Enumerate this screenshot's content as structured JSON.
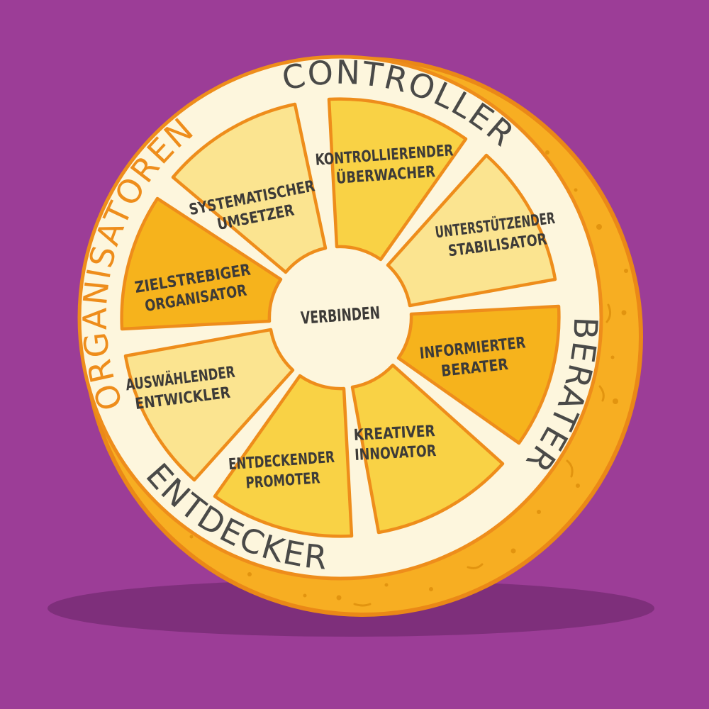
{
  "scene": {
    "background_color": "#9c3d97",
    "shadow_color": "#7b2d78"
  },
  "fruit": {
    "peel_color": "#f7ae22",
    "peel_outline_color": "#ea8817",
    "peel_speckle_color": "#e2940f",
    "pith_color": "#fdf6dd",
    "outline_color": "#ee8d1b",
    "segment_text_color": "#3d3b38"
  },
  "rim": {
    "top_label": "CONTROLLER",
    "right_label": "BERATER",
    "bottom_label": "ENTDECKER",
    "left_label": "ORGANISATOREN",
    "label_color": "#4a4a48",
    "left_label_color": "#ee8d1b"
  },
  "center": {
    "label": "VERBINDEN"
  },
  "segments": [
    {
      "line1": "KONTROLLIERENDER",
      "line2": "ÜBERWACHER",
      "color": "#f9d245"
    },
    {
      "line1": "UNTERSTÜTZENDER",
      "line2": "STABILISATOR",
      "color": "#fbe490"
    },
    {
      "line1": "INFORMIERTER",
      "line2": "BERATER",
      "color": "#f6b31c"
    },
    {
      "line1": "KREATIVER",
      "line2": "INNOVATOR",
      "color": "#f9d245"
    },
    {
      "line1": "ENTDECKENDER",
      "line2": "PROMOTER",
      "color": "#f9d245"
    },
    {
      "line1": "AUSWÄHLENDER",
      "line2": "ENTWICKLER",
      "color": "#fbe490"
    },
    {
      "line1": "ZIELSTREBIGER",
      "line2": "ORGANISATOR",
      "color": "#f6b31c"
    },
    {
      "line1": "SYSTEMATISCHER",
      "line2": "UMSETZER",
      "color": "#fbe490"
    }
  ]
}
